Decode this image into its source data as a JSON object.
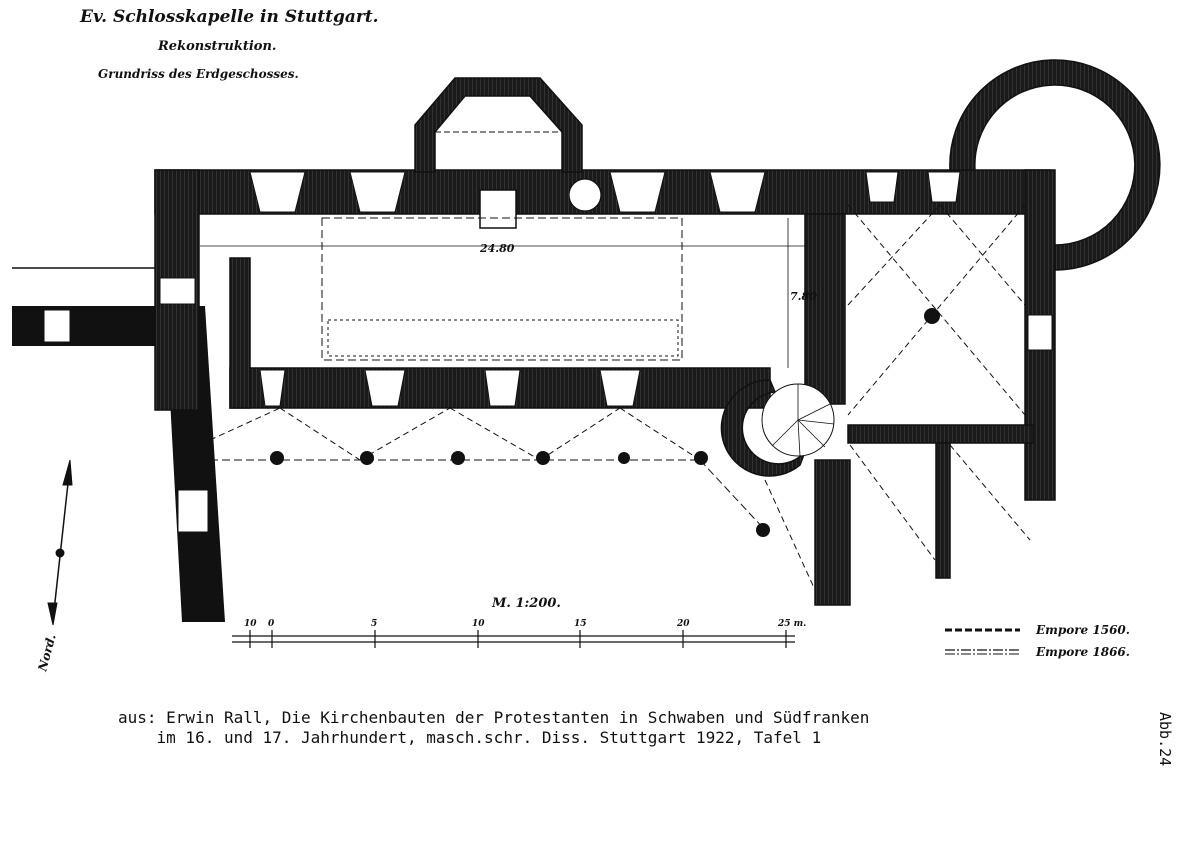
{
  "title": {
    "line1": "Ev. Schlosskapelle in Stuttgart.",
    "line2": "Rekonstruktion.",
    "line3": "Grundriss des Erdgeschosses."
  },
  "dimensions": {
    "length": "24.80",
    "width": "7.80"
  },
  "scale": {
    "label": "M. 1:200.",
    "ticks": [
      "10",
      "0",
      "5",
      "10",
      "15",
      "20",
      "25 m."
    ]
  },
  "legend": [
    {
      "label": "Empore 1560."
    },
    {
      "label": "Empore 1866."
    }
  ],
  "north": "Nord.",
  "caption": {
    "line1": "aus: Erwin Rall, Die Kirchenbauten der Protestanten in Schwaben und Südfranken",
    "line2": "    im 16. und 17. Jahrhundert, masch.schr. Diss. Stuttgart 1922, Tafel 1"
  },
  "figure_number": "Abb.24",
  "colors": {
    "ink": "#111111",
    "paper": "#ffffff"
  }
}
